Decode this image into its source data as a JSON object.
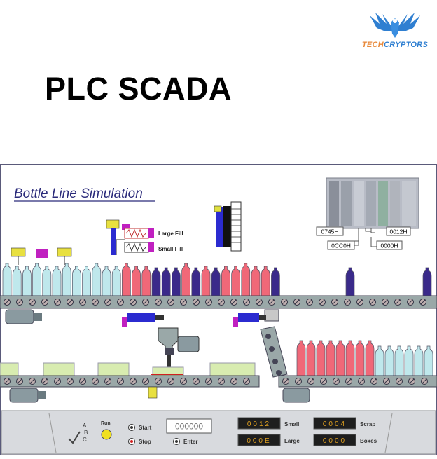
{
  "brand": {
    "part1": "TECH",
    "part2": "CRYPTORS",
    "accent": "#2f7fd1",
    "accent2": "#e8893a"
  },
  "headline": "PLC SCADA",
  "simulation": {
    "title": "Bottle Line Simulation",
    "fill_labels": {
      "large": "Large Fill",
      "small": "Small Fill"
    },
    "plc_registers": {
      "r1": "0745H",
      "r2": "0012H",
      "r3": "0CC0H",
      "r4": "0000H"
    },
    "controls": {
      "abc": {
        "a": "A",
        "b": "B",
        "c": "C"
      },
      "run_label": "Run",
      "start_label": "Start",
      "stop_label": "Stop",
      "enter_label": "Enter",
      "entry_display": "000000"
    },
    "counters": {
      "small": {
        "label": "Small",
        "value": "0012"
      },
      "large": {
        "label": "Large",
        "value": "000E"
      },
      "scrap": {
        "label": "Scrap",
        "value": "0004"
      },
      "boxes": {
        "label": "Boxes",
        "value": "0000"
      }
    }
  }
}
